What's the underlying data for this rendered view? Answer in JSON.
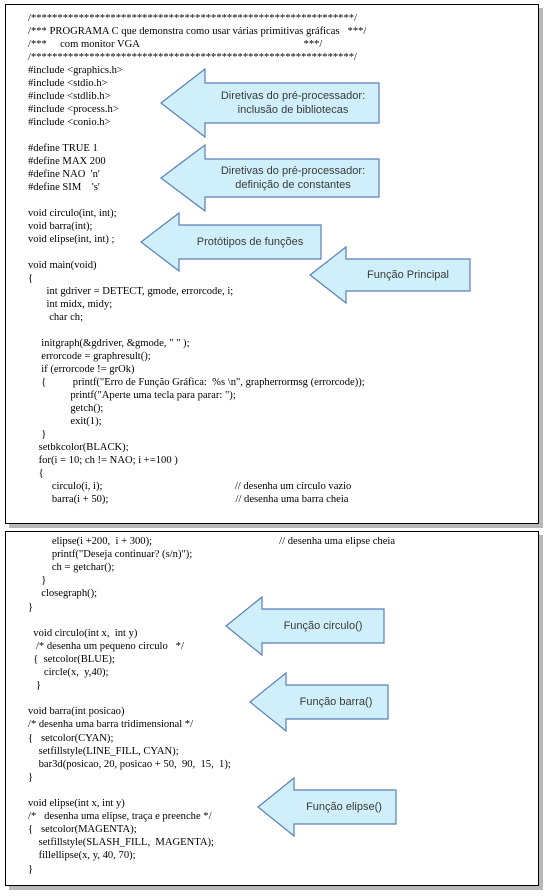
{
  "colors": {
    "arrow_fill": "#cfeffa",
    "arrow_stroke": "#5b7fb8",
    "squiggle": "#d02020"
  },
  "page1": {
    "lines": [
      "/*************************************************************/",
      "/*** PROGRAMA C que demonstra como usar várias primitivas gráficas   ***/",
      "/***     com monitor VGA                                                              ***/",
      "/*************************************************************/",
      "#include <graphics.h>",
      "#include <stdio.h>",
      "#include <stdlib.h>",
      "#include <process.h>",
      "#include <conio.h>",
      "",
      "#define TRUE 1",
      "#define MAX 200",
      "#define NAO  'n'",
      "#define SIM    's'",
      "",
      "void circulo(int, int);",
      "void barra(int);",
      "void elipse(int, int) ;",
      "",
      "void main(void)",
      "{",
      "       int gdriver = DETECT, gmode, errorcode, i;",
      "       int midx, midy;",
      "        char ch;",
      "",
      "     initgraph(&gdriver, &gmode, \" \" );",
      "     errorcode = graphresult();",
      "     if (errorcode != grOk)",
      "     {          printf(\"Erro de Função Gráfica:  %s \\n\", grapherrormsg (errorcode));",
      "                printf(\"Aperte uma tecla para parar: \");",
      "                getch();",
      "                exit(1);",
      "     }",
      "    setbkcolor(BLACK);",
      "    for(i = 10; ch != NAO; i +=100 )",
      "    {",
      "         circulo(i, i);                                                  // desenha um círculo vazio",
      "         barra(i + 50);                                                // desenha uma barra cheia"
    ]
  },
  "page2": {
    "lines": [
      "         elipse(i +200,  i + 300);                                                // desenha uma elipse cheia",
      "         printf(\"Deseja continuar? (s/n)\");",
      "         ch = getchar();",
      "     }",
      "     closegraph();",
      "}",
      "",
      "  void circulo(int x,  int y)",
      "   /* desenha um pequeno circulo   */",
      "  {  setcolor(BLUE);",
      "      circle(x,  y,40);",
      "   }",
      "",
      "void barra(int posicao)",
      "/* desenha uma barra tridimensional */",
      "{   setcolor(CYAN);",
      "    setfillstyle(LINE_FILL, CYAN);",
      "    bar3d(posicao, 20, posicao + 50,  90,  15,  1);",
      "}",
      "",
      "void elipse(int x, int y)",
      "/*   desenha uma elipse, traça e preenche */",
      "{   setcolor(MAGENTA);",
      "    setfillstyle(SLASH_FILL,  MAGENTA);",
      "    fillellipse(x, y, 40, 70);",
      "}"
    ]
  },
  "arrows": [
    {
      "id": "arrow-pre-processor-includes",
      "lines": [
        "Diretivas do pré-processador:",
        "inclusão de bibliotecas"
      ]
    },
    {
      "id": "arrow-pre-processor-defines",
      "lines": [
        "Diretivas do pré-processador:",
        "definição de constantes"
      ]
    },
    {
      "id": "arrow-function-prototypes",
      "lines": [
        "Protótipos de funções"
      ]
    },
    {
      "id": "arrow-main-function",
      "lines": [
        "Função Principal"
      ]
    },
    {
      "id": "arrow-circulo-function",
      "lines": [
        "Função circulo()"
      ]
    },
    {
      "id": "arrow-barra-function",
      "lines": [
        "Função barra()"
      ]
    },
    {
      "id": "arrow-elipse-function",
      "lines": [
        "Função elipse()"
      ]
    }
  ]
}
